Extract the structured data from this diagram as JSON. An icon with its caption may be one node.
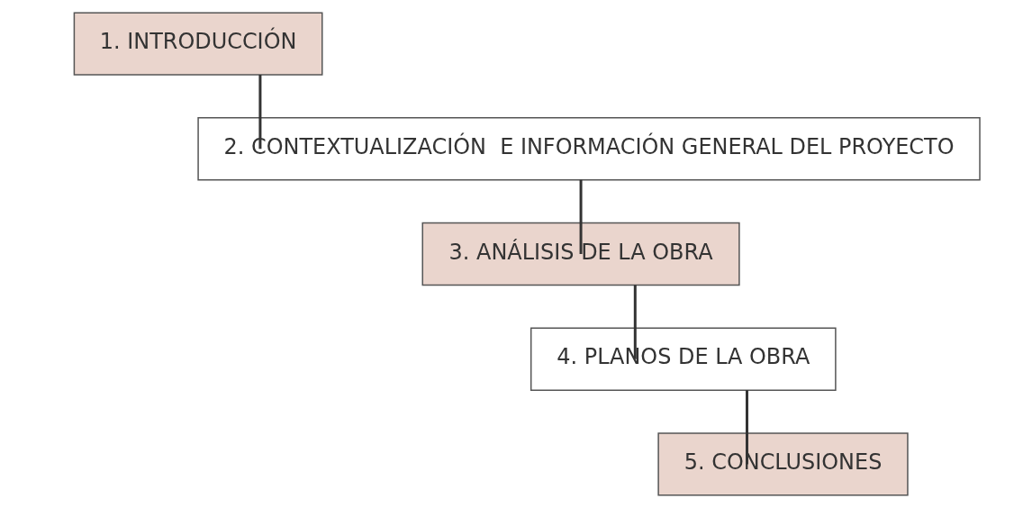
{
  "diagram": {
    "nodes": [
      {
        "text": [
          "1. INTRODUCCIÓN"
        ]
      },
      {
        "text": [
          "2. CONTEXTUALIZACIÓN  E INFORMACIÓN GENERAL DEL PROYECTO"
        ]
      },
      {
        "text": [
          "3. ANÁLISIS DE LA OBRA"
        ]
      },
      {
        "text": [
          "4. PLANOS DE LA OBRA"
        ]
      },
      {
        "text": [
          "5. CONCLUSIONES"
        ]
      }
    ],
    "edges": [
      {
        "from": 0,
        "to": 1,
        "arrow": "none"
      },
      {
        "from": 1,
        "to": 2,
        "arrow": "none"
      },
      {
        "from": 2,
        "to": 3,
        "arrow": "none"
      },
      {
        "from": 3,
        "to": 4,
        "arrow": "none"
      }
    ]
  }
}
